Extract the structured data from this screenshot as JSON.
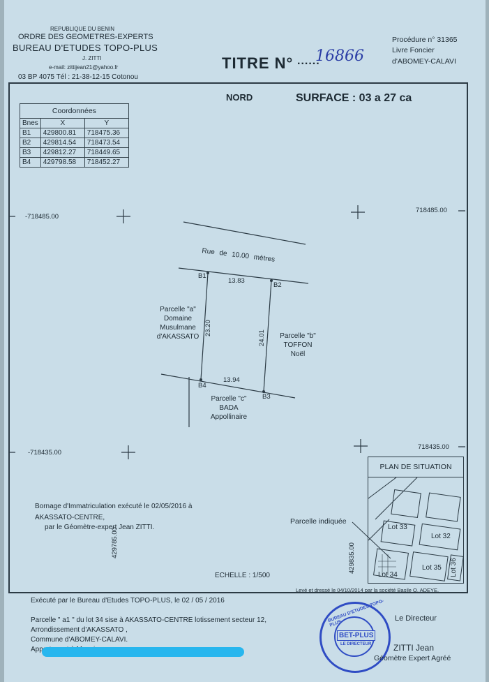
{
  "header": {
    "line1": "REPUBLIQUE DU BENIN",
    "line2": "ORDRE DES GEOMETRES-EXPERTS",
    "line3": "BUREAU D'ETUDES TOPO-PLUS",
    "line4": "J. ZITTI",
    "email": "e-mail: zittijean21@yahoo.fr",
    "address": "03 BP 4075 Tél : 21-38-12-15 Cotonou"
  },
  "title": {
    "label": "TITRE N°",
    "dots": "......",
    "number": "16866"
  },
  "procedure": {
    "line1": "Procédure n° 31365",
    "line2": "Livre Foncier",
    "line3": "d'ABOMEY-CALAVI"
  },
  "nord": "NORD",
  "surface": "SURFACE : 03 a 27 ca",
  "coords": {
    "caption": "Coordonnées",
    "headers": [
      "Bnes",
      "X",
      "Y"
    ],
    "rows": [
      [
        "B1",
        "429800.81",
        "718475.36"
      ],
      [
        "B2",
        "429814.54",
        "718473.54"
      ],
      [
        "B3",
        "429812.27",
        "718449.65"
      ],
      [
        "B4",
        "429798.58",
        "718452.27"
      ]
    ]
  },
  "grid": {
    "y_top_left": "-718485.00",
    "y_top_right": "718485.00",
    "y_bot_left": "-718435.00",
    "y_bot_right": "718435.00",
    "x_left": "429785.00",
    "x_right": "429835.00"
  },
  "plan": {
    "road": "Rue de 10.00 mètres",
    "b1": "B1",
    "b2": "B2",
    "b3": "B3",
    "b4": "B4",
    "top_len": "13.83",
    "bottom_len": "13.94",
    "left_len": "23.20",
    "right_len": "24.01",
    "parcel_a": [
      "Parcelle \"a\"",
      "Domaine",
      "Musulmane",
      "d'AKASSATO"
    ],
    "parcel_b": [
      "Parcelle \"b\"",
      "TOFFON",
      "Noël"
    ],
    "parcel_c": [
      "Parcelle \"c\"",
      "BADA",
      "Appollinaire"
    ]
  },
  "situation": {
    "title": "PLAN DE SITUATION",
    "indicated": "Parcelle indiquée",
    "lots": [
      "Lot 33",
      "Lot 32",
      "Lot 35",
      "Lot 34",
      "Lot 36"
    ]
  },
  "bornage": {
    "line1": "Bornage d'Immatriculation exécuté le 02/05/2016 à",
    "line2": "AKASSATO-CENTRE,",
    "line3": "par le Géomètre-expert Jean ZITTI."
  },
  "echelle": "ECHELLE : 1/500",
  "leve": "Levé et dressé le 04/10/2014 par la société Basile O. ADEYE.",
  "footer": {
    "executed": "Exécuté par le Bureau d'Etudes TOPO-PLUS, le 02 / 05 / 2016",
    "l1": "Parcelle \" a1 \" du lot 34  sise à AKASSATO-CENTRE lotissement secteur 12,",
    "l2": "Arrondissement d'AKASSATO ,",
    "l3": "Commune  d'ABOMEY-CALAVI.",
    "l4": "Appartenant à Monsieur"
  },
  "signature": {
    "role": "Le Directeur",
    "name": "ZITTI Jean",
    "title": "Géomètre Expert Agréé"
  },
  "stamp": {
    "top": "BUREAU D'ETUDES TOPO-PLUS",
    "center": "BET-PLUS",
    "sub": "LE DIRECTEUR"
  }
}
